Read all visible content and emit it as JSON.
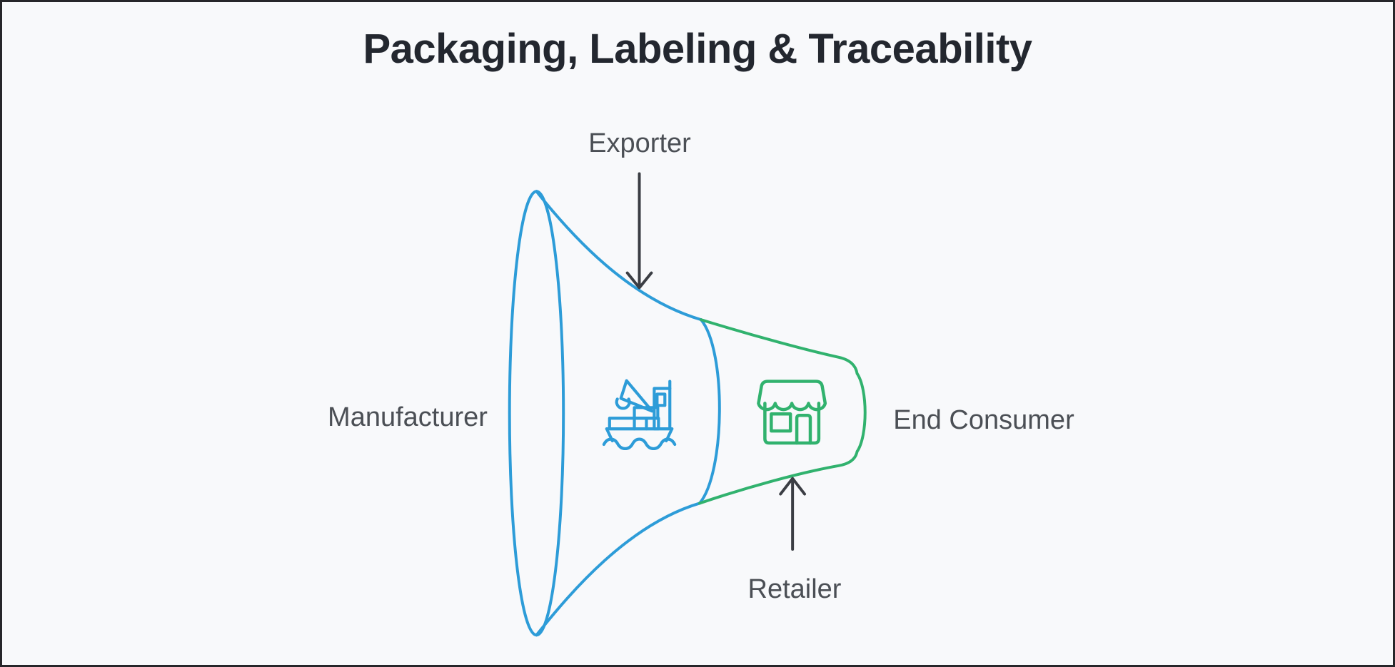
{
  "title": "Packaging, Labeling & Traceability",
  "labels": {
    "exporter": "Exporter",
    "manufacturer": "Manufacturer",
    "retailer": "Retailer",
    "end_consumer": "End Consumer"
  },
  "funnel": {
    "type": "horizontal-funnel",
    "stages": [
      {
        "label": "Manufacturer",
        "position": "left-wide-end"
      },
      {
        "label": "Exporter",
        "position": "top",
        "arrow_direction": "down",
        "section_color": "#2d9cd8"
      },
      {
        "label": "Retailer",
        "position": "bottom",
        "arrow_direction": "up",
        "section_color": "#31b26e"
      },
      {
        "label": "End Consumer",
        "position": "right-narrow-end"
      }
    ],
    "icons": [
      {
        "name": "cargo-ship-crane-icon",
        "section": "blue-exporter-section",
        "color": "#2d9cd8"
      },
      {
        "name": "storefront-icon",
        "section": "green-retailer-section",
        "color": "#31b26e"
      }
    ]
  },
  "colors": {
    "background": "#f8f9fb",
    "frame-border": "#26262a",
    "accent-blue": "#2d9cd8",
    "accent-green": "#31b26e",
    "title-text": "#23272f",
    "label-text": "#4b4f55",
    "arrow": "#3b3e44"
  }
}
